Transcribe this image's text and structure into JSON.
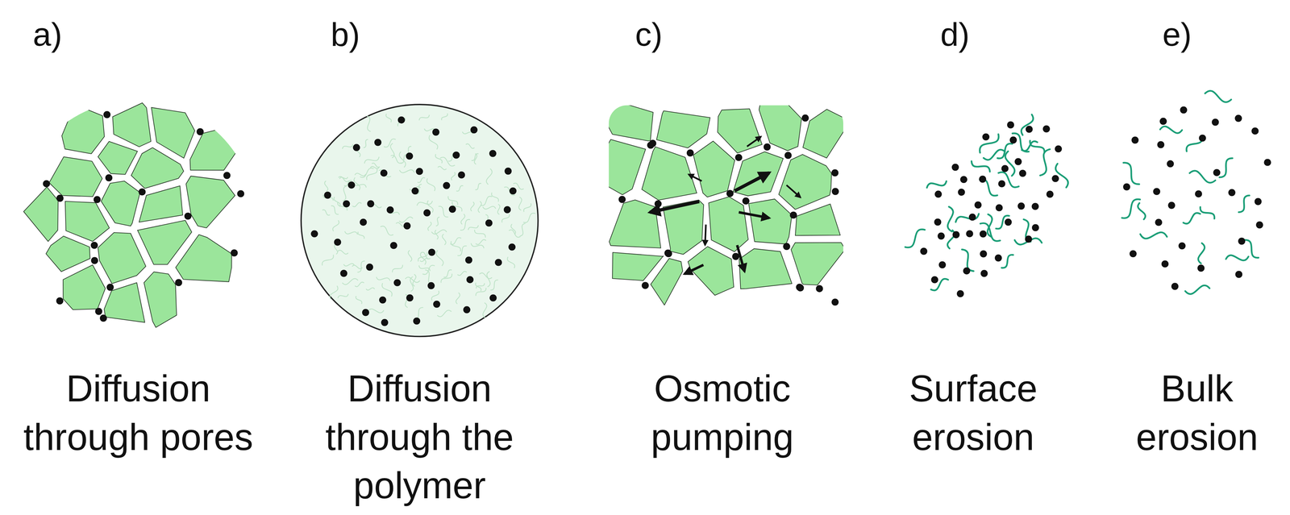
{
  "diagram": {
    "labels": [
      "a)",
      "b)",
      "c)",
      "d)",
      "e)",
      "Diffusion through pores",
      "Diffusion through the polymer",
      "Osmotic pumping",
      "Surface erosion",
      "Bulk erosion"
    ]
  }
}
